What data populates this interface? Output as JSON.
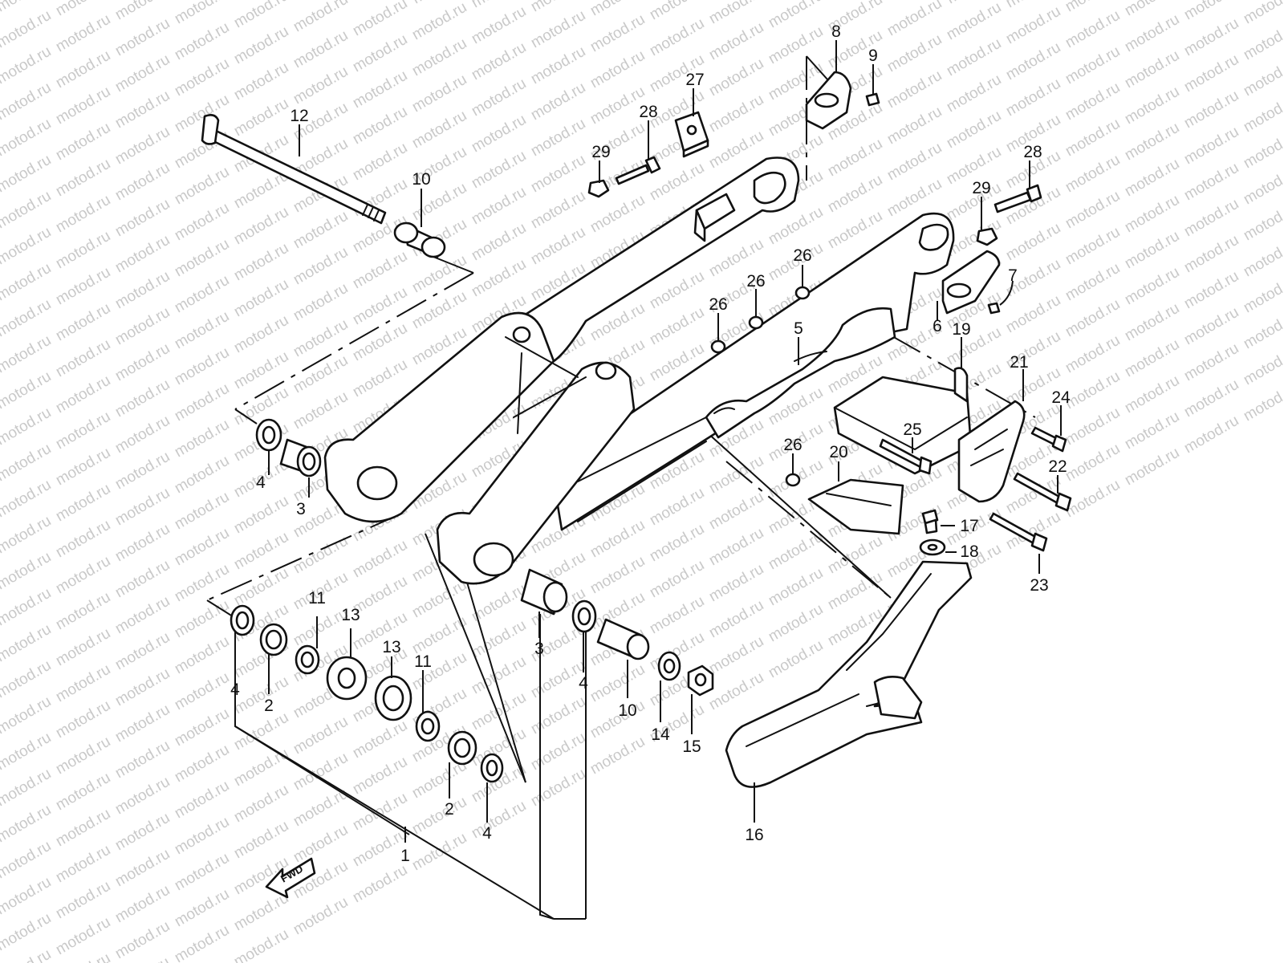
{
  "watermark": "motod.ru",
  "fwd_label": "FWD",
  "labels": {
    "p1": "1",
    "p2a": "2",
    "p2b": "2",
    "p3a": "3",
    "p3b": "3",
    "p4a": "4",
    "p4b": "4",
    "p4c": "4",
    "p4d": "4",
    "p5": "5",
    "p6": "6",
    "p7": "7",
    "p8": "8",
    "p9": "9",
    "p10a": "10",
    "p10b": "10",
    "p11a": "11",
    "p11b": "11",
    "p12": "12",
    "p13a": "13",
    "p13b": "13",
    "p14": "14",
    "p15": "15",
    "p16": "16",
    "p17": "17",
    "p18": "18",
    "p19": "19",
    "p20": "20",
    "p21": "21",
    "p22": "22",
    "p23": "23",
    "p24": "24",
    "p25": "25",
    "p26a": "26",
    "p26b": "26",
    "p26c": "26",
    "p26d": "26",
    "p27": "27",
    "p28a": "28",
    "p28b": "28",
    "p29a": "29",
    "p29b": "29"
  }
}
